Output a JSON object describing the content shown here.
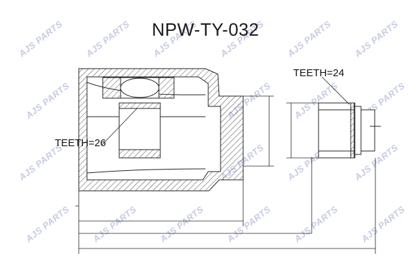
{
  "title": "NPW-TY-032",
  "labels": {
    "teeth_outer": "TEETH=24",
    "teeth_inner": "TEETH=26"
  },
  "watermark": {
    "brand": "AJS",
    "suffix": "PARTS",
    "color": "#c6cbe2"
  },
  "colors": {
    "line": "#222222",
    "watermark": "#c6cbe2"
  }
}
